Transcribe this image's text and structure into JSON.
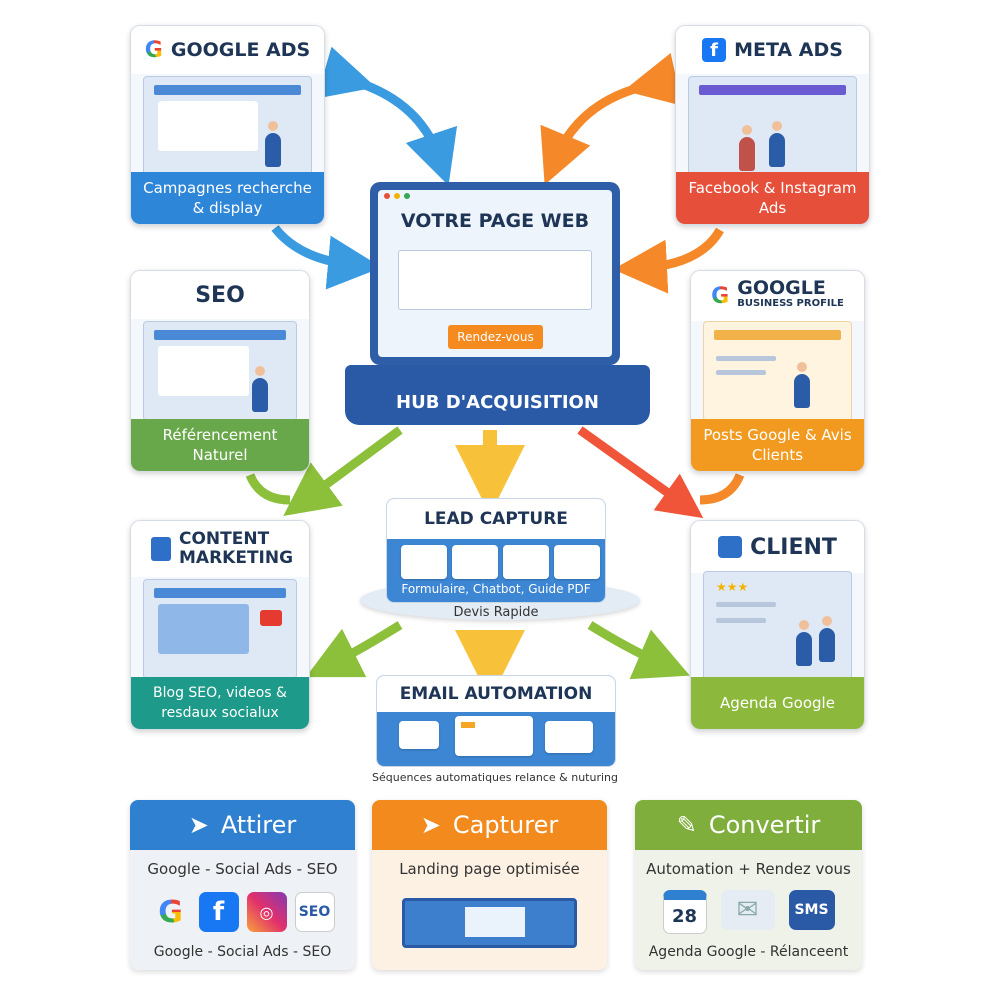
{
  "cards": {
    "google_ads": {
      "title": "GOOGLE ADS",
      "caption": "Campagnes recherche & display",
      "color": "#2e86d8"
    },
    "meta_ads": {
      "title": "META ADS",
      "caption": "Facebook & Instagram Ads",
      "color": "#e64f3a"
    },
    "seo": {
      "title": "SEO",
      "caption": "Référencement Naturel",
      "color": "#69a84a"
    },
    "gbp": {
      "title": "GOOGLE",
      "subtitle": "BUSINESS PROFILE",
      "caption": "Posts Google & Avis Clients",
      "color": "#f29a1f"
    },
    "content": {
      "title": "CONTENT MARKETING",
      "caption": "Blog SEO, videos & resdaux socialux",
      "color": "#1e9a8a"
    },
    "client": {
      "title": "CLIENT",
      "caption": "Agenda Google",
      "color": "#8cb83c"
    }
  },
  "hub": {
    "screen_title": "VOTRE PAGE WEB",
    "button": "Rendez-vous",
    "label": "HUB D'ACQUISITION"
  },
  "lead_capture": {
    "title": "LEAD CAPTURE",
    "caption": "Formulaire, Chatbot, Guide PDF",
    "sub": "Devis Rapide"
  },
  "email": {
    "title": "EMAIL AUTOMATION",
    "sub": "Séquences automatiques relance & nuturing"
  },
  "steps": [
    {
      "title": "Attirer",
      "text": "Google - Social Ads - SEO",
      "bottom": "Google - Social Ads - SEO",
      "color": "#2f80d0",
      "seo_badge": "SEO"
    },
    {
      "title": "Capturer",
      "text": "Landing page optimisée",
      "color": "#f38a1e"
    },
    {
      "title": "Convertir",
      "text": "Automation + Rendez vous",
      "bottom": "Agenda Google - Rélanceent",
      "color": "#7fae3c",
      "cal_day": "28",
      "sms": "SMS"
    }
  ]
}
